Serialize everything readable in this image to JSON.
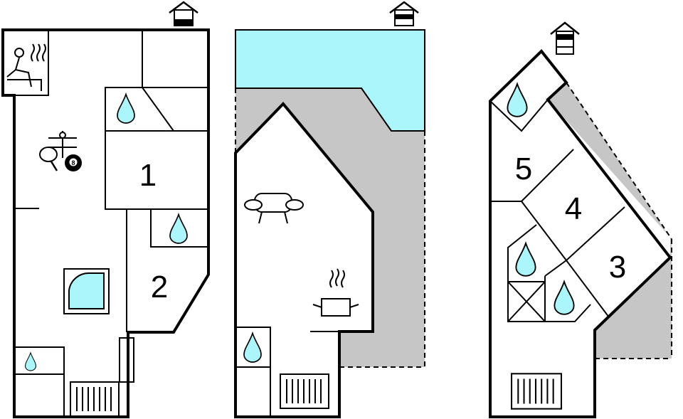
{
  "colors": {
    "wall": "#000000",
    "terrace": "#c6c6c6",
    "pool": "#aaf6fb",
    "bathroom_drop": "#aaf6fb",
    "background": "#ffffff"
  },
  "floors": [
    {
      "level_icon": "floor-indicator-basement-icon",
      "rooms": [
        {
          "label": "1"
        },
        {
          "label": "2"
        }
      ],
      "amenities": [
        "sauna-icon",
        "table-tennis-icon",
        "table-football-icon",
        "billiards-icon",
        "bathtub-icon",
        "bathroom-drop-icon",
        "stairs-icon"
      ],
      "billiard_ball": "8"
    },
    {
      "level_icon": "floor-indicator-ground-icon",
      "rooms": [],
      "amenities": [
        "pool-icon",
        "sofa-icon",
        "cooking-pot-icon",
        "bathroom-drop-icon",
        "stairs-icon"
      ]
    },
    {
      "level_icon": "floor-indicator-upper-icon",
      "rooms": [
        {
          "label": "5"
        },
        {
          "label": "4"
        },
        {
          "label": "3"
        }
      ],
      "amenities": [
        "bathroom-drop-icon",
        "shower-cross-icon",
        "stairs-icon"
      ]
    }
  ]
}
